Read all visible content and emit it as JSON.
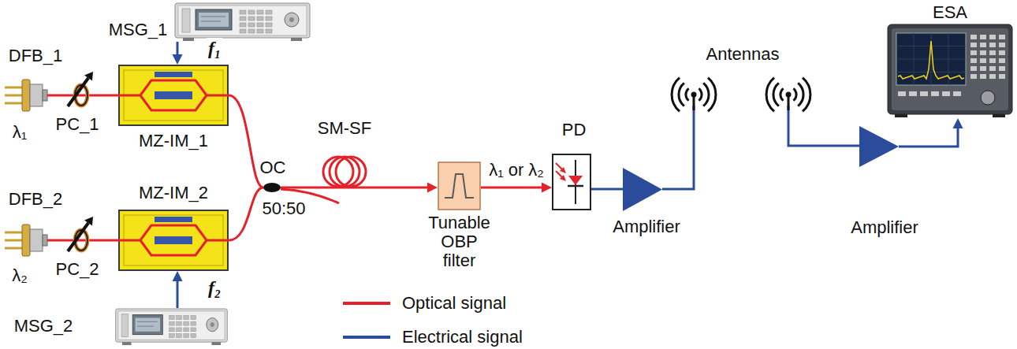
{
  "diagram": {
    "nodes": [
      {
        "text": [
          "MSG_1"
        ]
      },
      {
        "text": [
          "DFB_1",
          "λ₁"
        ]
      },
      {
        "text": [
          "PC_1"
        ]
      },
      {
        "text": [
          "MZ-IM_1"
        ]
      },
      {
        "text": [
          "MSG_2"
        ]
      },
      {
        "text": [
          "DFB_2",
          "λ₂"
        ]
      },
      {
        "text": [
          "PC_2"
        ]
      },
      {
        "text": [
          "MZ-IM_2"
        ]
      },
      {
        "text": [
          "OC",
          "50:50"
        ]
      },
      {
        "text": [
          "SM-SF"
        ]
      },
      {
        "text": [
          "Tunable OBP filter"
        ]
      },
      {
        "text": [
          "PD"
        ]
      },
      {
        "text": [
          "Amplifier"
        ]
      },
      {
        "text": [
          "Antennas"
        ]
      },
      {
        "text": [
          "Amplifier"
        ]
      },
      {
        "text": [
          "ESA"
        ]
      }
    ],
    "edges": [
      {
        "from": 0,
        "to": 3,
        "arrow": "to",
        "label": "f₁"
      },
      {
        "from": 1,
        "to": 2,
        "arrow": "none"
      },
      {
        "from": 2,
        "to": 3,
        "arrow": "none"
      },
      {
        "from": 4,
        "to": 7,
        "arrow": "to",
        "label": "f₂"
      },
      {
        "from": 5,
        "to": 6,
        "arrow": "none"
      },
      {
        "from": 6,
        "to": 7,
        "arrow": "none"
      },
      {
        "from": 3,
        "to": 8,
        "arrow": "none"
      },
      {
        "from": 7,
        "to": 8,
        "arrow": "none"
      },
      {
        "from": 8,
        "to": 9,
        "arrow": "none"
      },
      {
        "from": 9,
        "to": 10,
        "arrow": "to"
      },
      {
        "from": 10,
        "to": 11,
        "arrow": "to",
        "label": "λ₁ or λ₂"
      },
      {
        "from": 11,
        "to": 12,
        "arrow": "none"
      },
      {
        "from": 12,
        "to": 13,
        "arrow": "none"
      },
      {
        "from": 13,
        "to": 14,
        "arrow": "none"
      },
      {
        "from": 14,
        "to": 15,
        "arrow": "to"
      }
    ],
    "legend": [
      {
        "text": "Optical signal"
      },
      {
        "text": "Electrical signal"
      }
    ]
  }
}
